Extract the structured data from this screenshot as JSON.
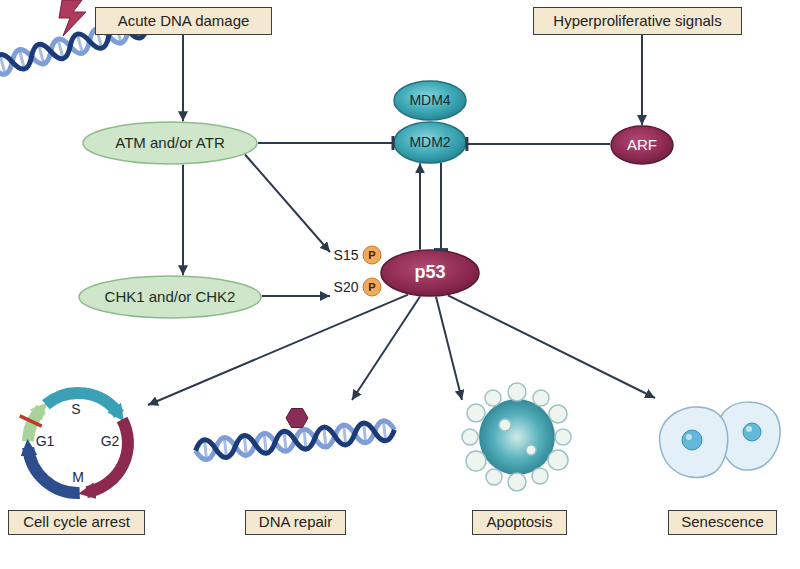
{
  "diagram": {
    "nodes": [
      {
        "text": [
          "Acute DNA damage"
        ]
      },
      {
        "text": [
          "Hyperproliferative signals"
        ]
      },
      {
        "text": [
          "MDM4"
        ]
      },
      {
        "text": [
          "ATM and/or ATR"
        ]
      },
      {
        "text": [
          "MDM2"
        ]
      },
      {
        "text": [
          "ARF"
        ]
      },
      {
        "text": [
          "CHK1 and/or CHK2"
        ]
      },
      {
        "text": [
          "p53"
        ]
      },
      {
        "text": [
          "Cell cycle arrest"
        ]
      },
      {
        "text": [
          "DNA repair"
        ]
      },
      {
        "text": [
          "Apoptosis"
        ]
      },
      {
        "text": [
          "Senescence"
        ]
      }
    ],
    "edges": [
      {
        "from": 0,
        "to": 3,
        "arrow": "to"
      },
      {
        "from": 1,
        "to": 5,
        "arrow": "to"
      },
      {
        "from": 3,
        "to": 4,
        "arrow": "to"
      },
      {
        "from": 5,
        "to": 4,
        "arrow": "to"
      },
      {
        "from": 7,
        "to": 4,
        "arrow": "to"
      },
      {
        "from": 4,
        "to": 7,
        "arrow": "to"
      },
      {
        "from": 3,
        "to": 6,
        "arrow": "to"
      },
      {
        "from": 3,
        "to": 7,
        "arrow": "to"
      },
      {
        "from": 6,
        "to": 7,
        "arrow": "to"
      },
      {
        "from": 7,
        "to": 8,
        "arrow": "to"
      },
      {
        "from": 7,
        "to": 9,
        "arrow": "to"
      },
      {
        "from": 7,
        "to": 10,
        "arrow": "to"
      },
      {
        "from": 7,
        "to": 11,
        "arrow": "to"
      }
    ],
    "labels": [
      "S15",
      "P",
      "S20",
      "P",
      "S",
      "G1",
      "G2",
      "M"
    ]
  }
}
